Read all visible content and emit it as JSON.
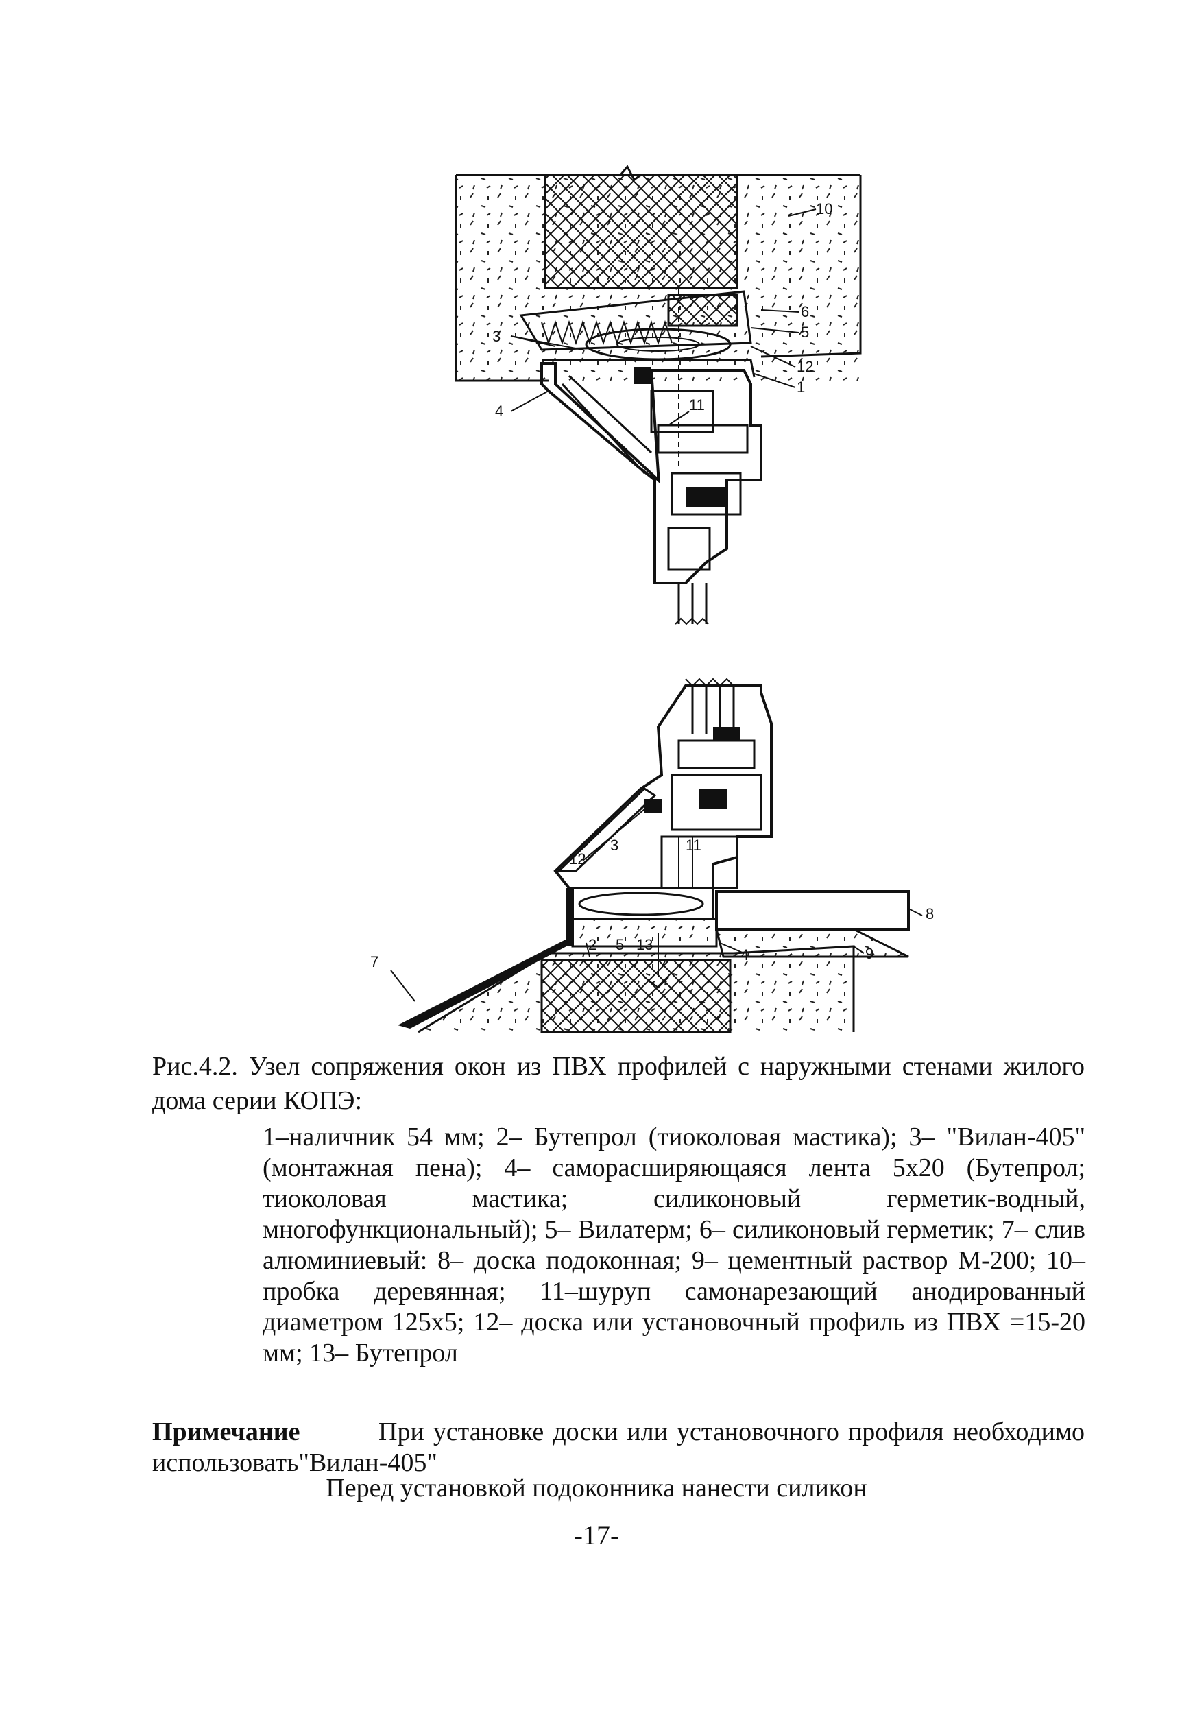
{
  "figure": {
    "callouts_top": [
      "10",
      "6",
      "5",
      "3",
      "12",
      "1",
      "4",
      "11"
    ],
    "callouts_bottom": [
      "3",
      "11",
      "12",
      "8",
      "7",
      "2",
      "5",
      "13",
      "4",
      "9"
    ]
  },
  "caption": {
    "title": "Рис.4.2. Узел сопряжения окон из ПВХ профилей с наружными стенами жилого дома серии КОПЭ:",
    "legend": "1–наличник 54 мм; 2– Бутепрол (тиоколовая мастика); 3– \"Вилан-405\" (монтажная пена); 4– саморасширяющаяся лента 5х20 (Бутепрол; тиоколовая мастика; силиконовый герметик-водный, многофункциональный); 5– Вилатерм; 6– силиконовый герметик; 7– слив алюминиевый: 8– доска подоконная; 9– цементный раствор М-200; 10– пробка деревянная; 11–шуруп самонарезающий анодированный диаметром 125х5; 12– доска или установочный профиль из ПВХ =15-20 мм; 13– Бутепрол"
  },
  "note": {
    "label": "Примечание",
    "text": "При установке доски или установочного профиля необходимо использовать\"Вилан-405\"",
    "extra": "Перед установкой подоконника нанести силикон"
  },
  "page_number": "-17-"
}
